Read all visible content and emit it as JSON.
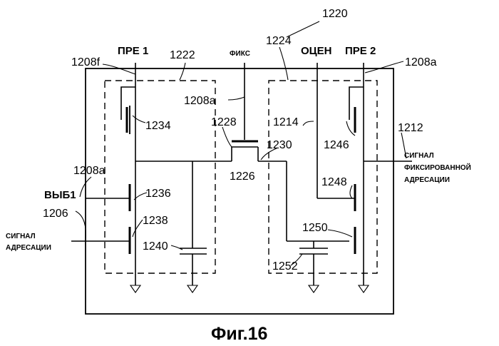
{
  "figure": {
    "caption": "Фиг.16",
    "refs": {
      "r1220": "1220",
      "r1222": "1222",
      "r1224": "1224",
      "r1208f": "1208f",
      "r1208a_top_right": "1208a",
      "r1208a_mid": "1208a",
      "r1208a_left": "1208a",
      "r1228": "1228",
      "r1226": "1226",
      "r1230": "1230",
      "r1234": "1234",
      "r1236": "1236",
      "r1238": "1238",
      "r1240": "1240",
      "r1206": "1206",
      "r1214": "1214",
      "r1212": "1212",
      "r1246": "1246",
      "r1248": "1248",
      "r1250": "1250",
      "r1252": "1252"
    },
    "signals": {
      "pre1": "ПРЕ 1",
      "fix": "ФИКС",
      "eval": "ОЦЕН",
      "pre2": "ПРЕ 2",
      "sel1": "ВЫБ1",
      "addr_signal_1": "СИГНАЛ",
      "addr_signal_2": "АДРЕСАЦИИ",
      "fixed_addr_1": "СИГНАЛ",
      "fixed_addr_2": "ФИКСИРОВАННОЙ",
      "fixed_addr_3": "АДРЕСАЦИИ"
    }
  }
}
